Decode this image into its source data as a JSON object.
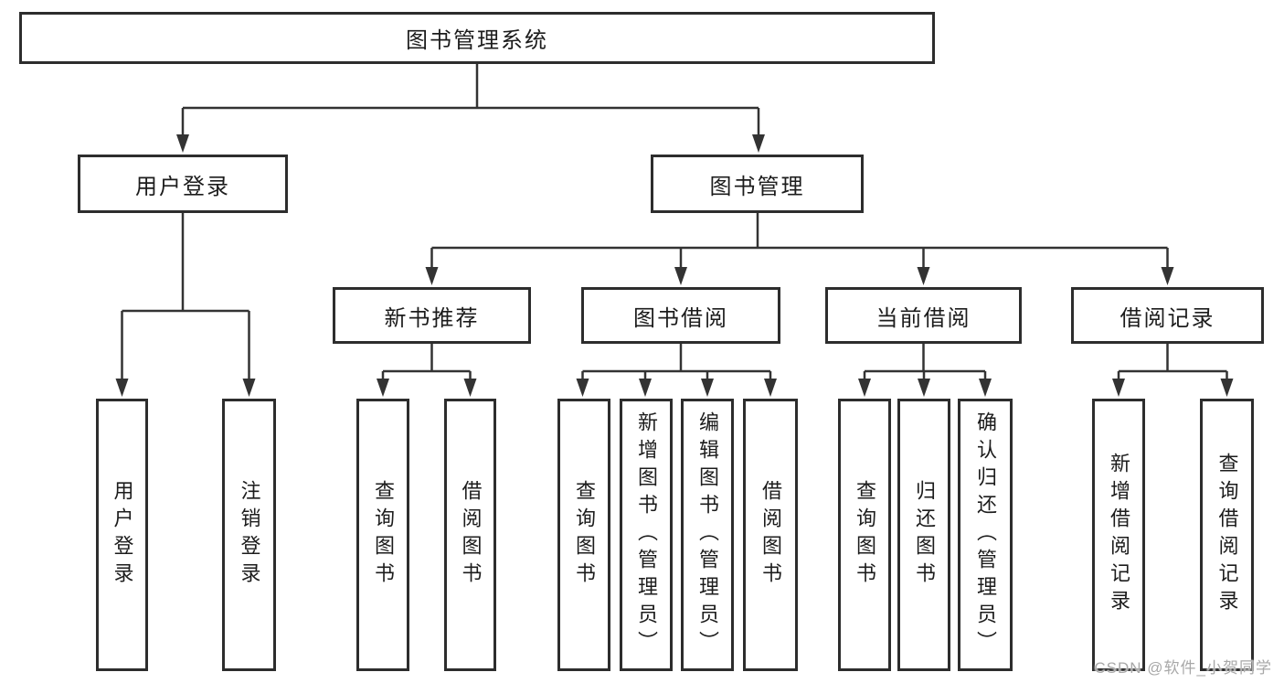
{
  "colors": {
    "line": "#333333",
    "box_border": "#2d2d2d",
    "text": "#1c1c1c",
    "watermark": "#a8a8a8"
  },
  "tree": {
    "root": "图书管理系统",
    "user_login": {
      "label": "用户登录",
      "children": [
        "用户登录",
        "注销登录"
      ]
    },
    "book_mgmt": {
      "label": "图书管理",
      "sections": [
        {
          "label": "新书推荐",
          "children": [
            "查询图书",
            "借阅图书"
          ]
        },
        {
          "label": "图书借阅",
          "children": [
            "查询图书",
            "新增图书（管理员）",
            "编辑图书（管理员）",
            "借阅图书"
          ]
        },
        {
          "label": "当前借阅",
          "children": [
            "查询图书",
            "归还图书",
            "确认归还（管理员）"
          ]
        },
        {
          "label": "借阅记录",
          "children": [
            "新增借阅记录",
            "查询借阅记录"
          ]
        }
      ]
    }
  },
  "watermark": "CSDN @软件_小贺同学"
}
